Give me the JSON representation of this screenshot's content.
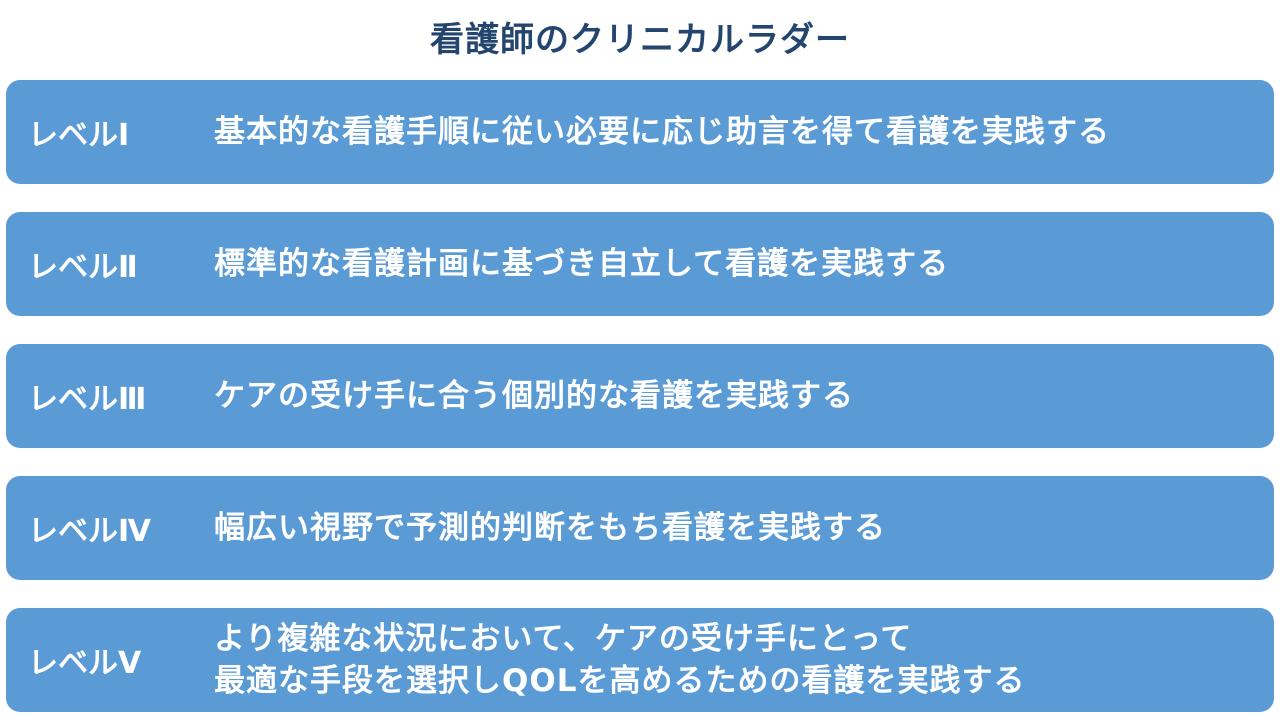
{
  "title": "看護師のクリニカルラダー",
  "colors": {
    "box": "#5b9bd5",
    "title": "#24456e"
  },
  "levels": [
    {
      "label": "レベルⅠ",
      "lines": [
        "基本的な看護手順に従い必要に応じ助言を得て看護を実践する"
      ]
    },
    {
      "label": "レベルⅡ",
      "lines": [
        "標準的な看護計画に基づき自立して看護を実践する"
      ]
    },
    {
      "label": "レベルⅢ",
      "lines": [
        "ケアの受け手に合う個別的な看護を実践する"
      ]
    },
    {
      "label": "レベルⅣ",
      "lines": [
        "幅広い視野で予測的判断をもち看護を実践する"
      ]
    },
    {
      "label": "レベルⅤ",
      "lines": [
        "より複雑な状況において、ケアの受け手にとって",
        "最適な手段を選択しQOLを高めるための看護を実践する"
      ]
    }
  ]
}
